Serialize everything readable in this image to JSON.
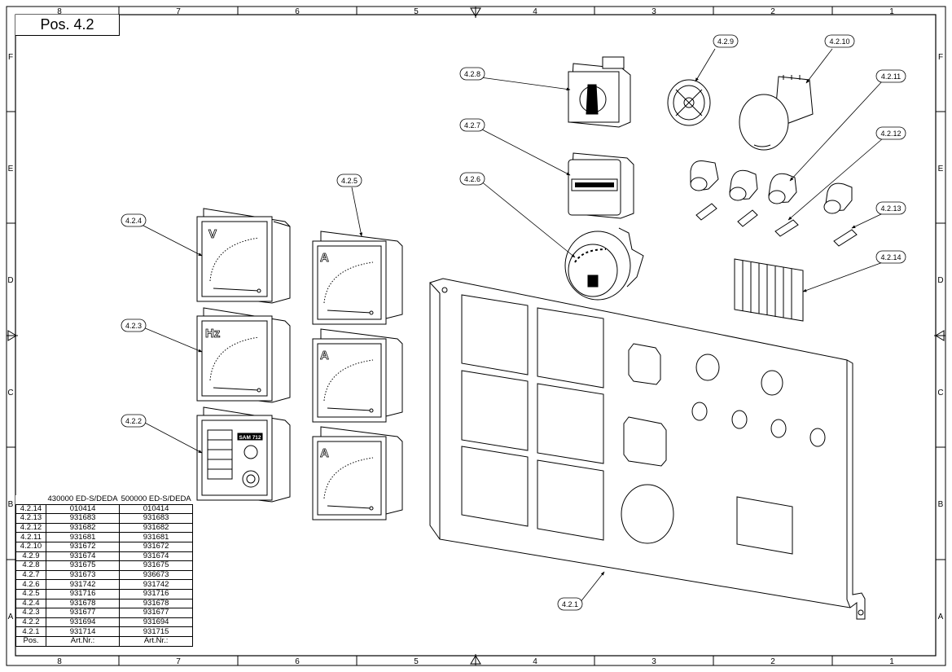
{
  "title": "Pos. 4.2",
  "grid": {
    "columns": [
      "8",
      "7",
      "6",
      "5",
      "4",
      "3",
      "2",
      "1"
    ],
    "rows": [
      "F",
      "E",
      "D",
      "C",
      "B",
      "A"
    ]
  },
  "callouts": [
    "4.2.1",
    "4.2.2",
    "4.2.3",
    "4.2.4",
    "4.2.5",
    "4.2.6",
    "4.2.7",
    "4.2.8",
    "4.2.9",
    "4.2.10",
    "4.2.11",
    "4.2.12",
    "4.2.13",
    "4.2.14"
  ],
  "meter_labels": {
    "volt": "V",
    "hertz": "Hz",
    "amp": "A"
  },
  "controller_label": "SAM 712",
  "parts_table": {
    "headers": [
      "430000 ED-S/DEDA",
      "500000 ED-S/DEDA"
    ],
    "rows": [
      [
        "4.2.14",
        "010414",
        "010414"
      ],
      [
        "4.2.13",
        "931683",
        "931683"
      ],
      [
        "4.2.12",
        "931682",
        "931682"
      ],
      [
        "4.2.11",
        "931681",
        "931681"
      ],
      [
        "4.2.10",
        "931672",
        "931672"
      ],
      [
        "4.2.9",
        "931674",
        "931674"
      ],
      [
        "4.2.8",
        "931675",
        "931675"
      ],
      [
        "4.2.7",
        "931673",
        "936673"
      ],
      [
        "4.2.6",
        "931742",
        "931742"
      ],
      [
        "4.2.5",
        "931716",
        "931716"
      ],
      [
        "4.2.4",
        "931678",
        "931678"
      ],
      [
        "4.2.3",
        "931677",
        "931677"
      ],
      [
        "4.2.2",
        "931694",
        "931694"
      ],
      [
        "4.2.1",
        "931714",
        "931715"
      ]
    ],
    "footer": [
      "Pos.",
      "Art.Nr.:",
      "Art.Nr.:"
    ]
  }
}
